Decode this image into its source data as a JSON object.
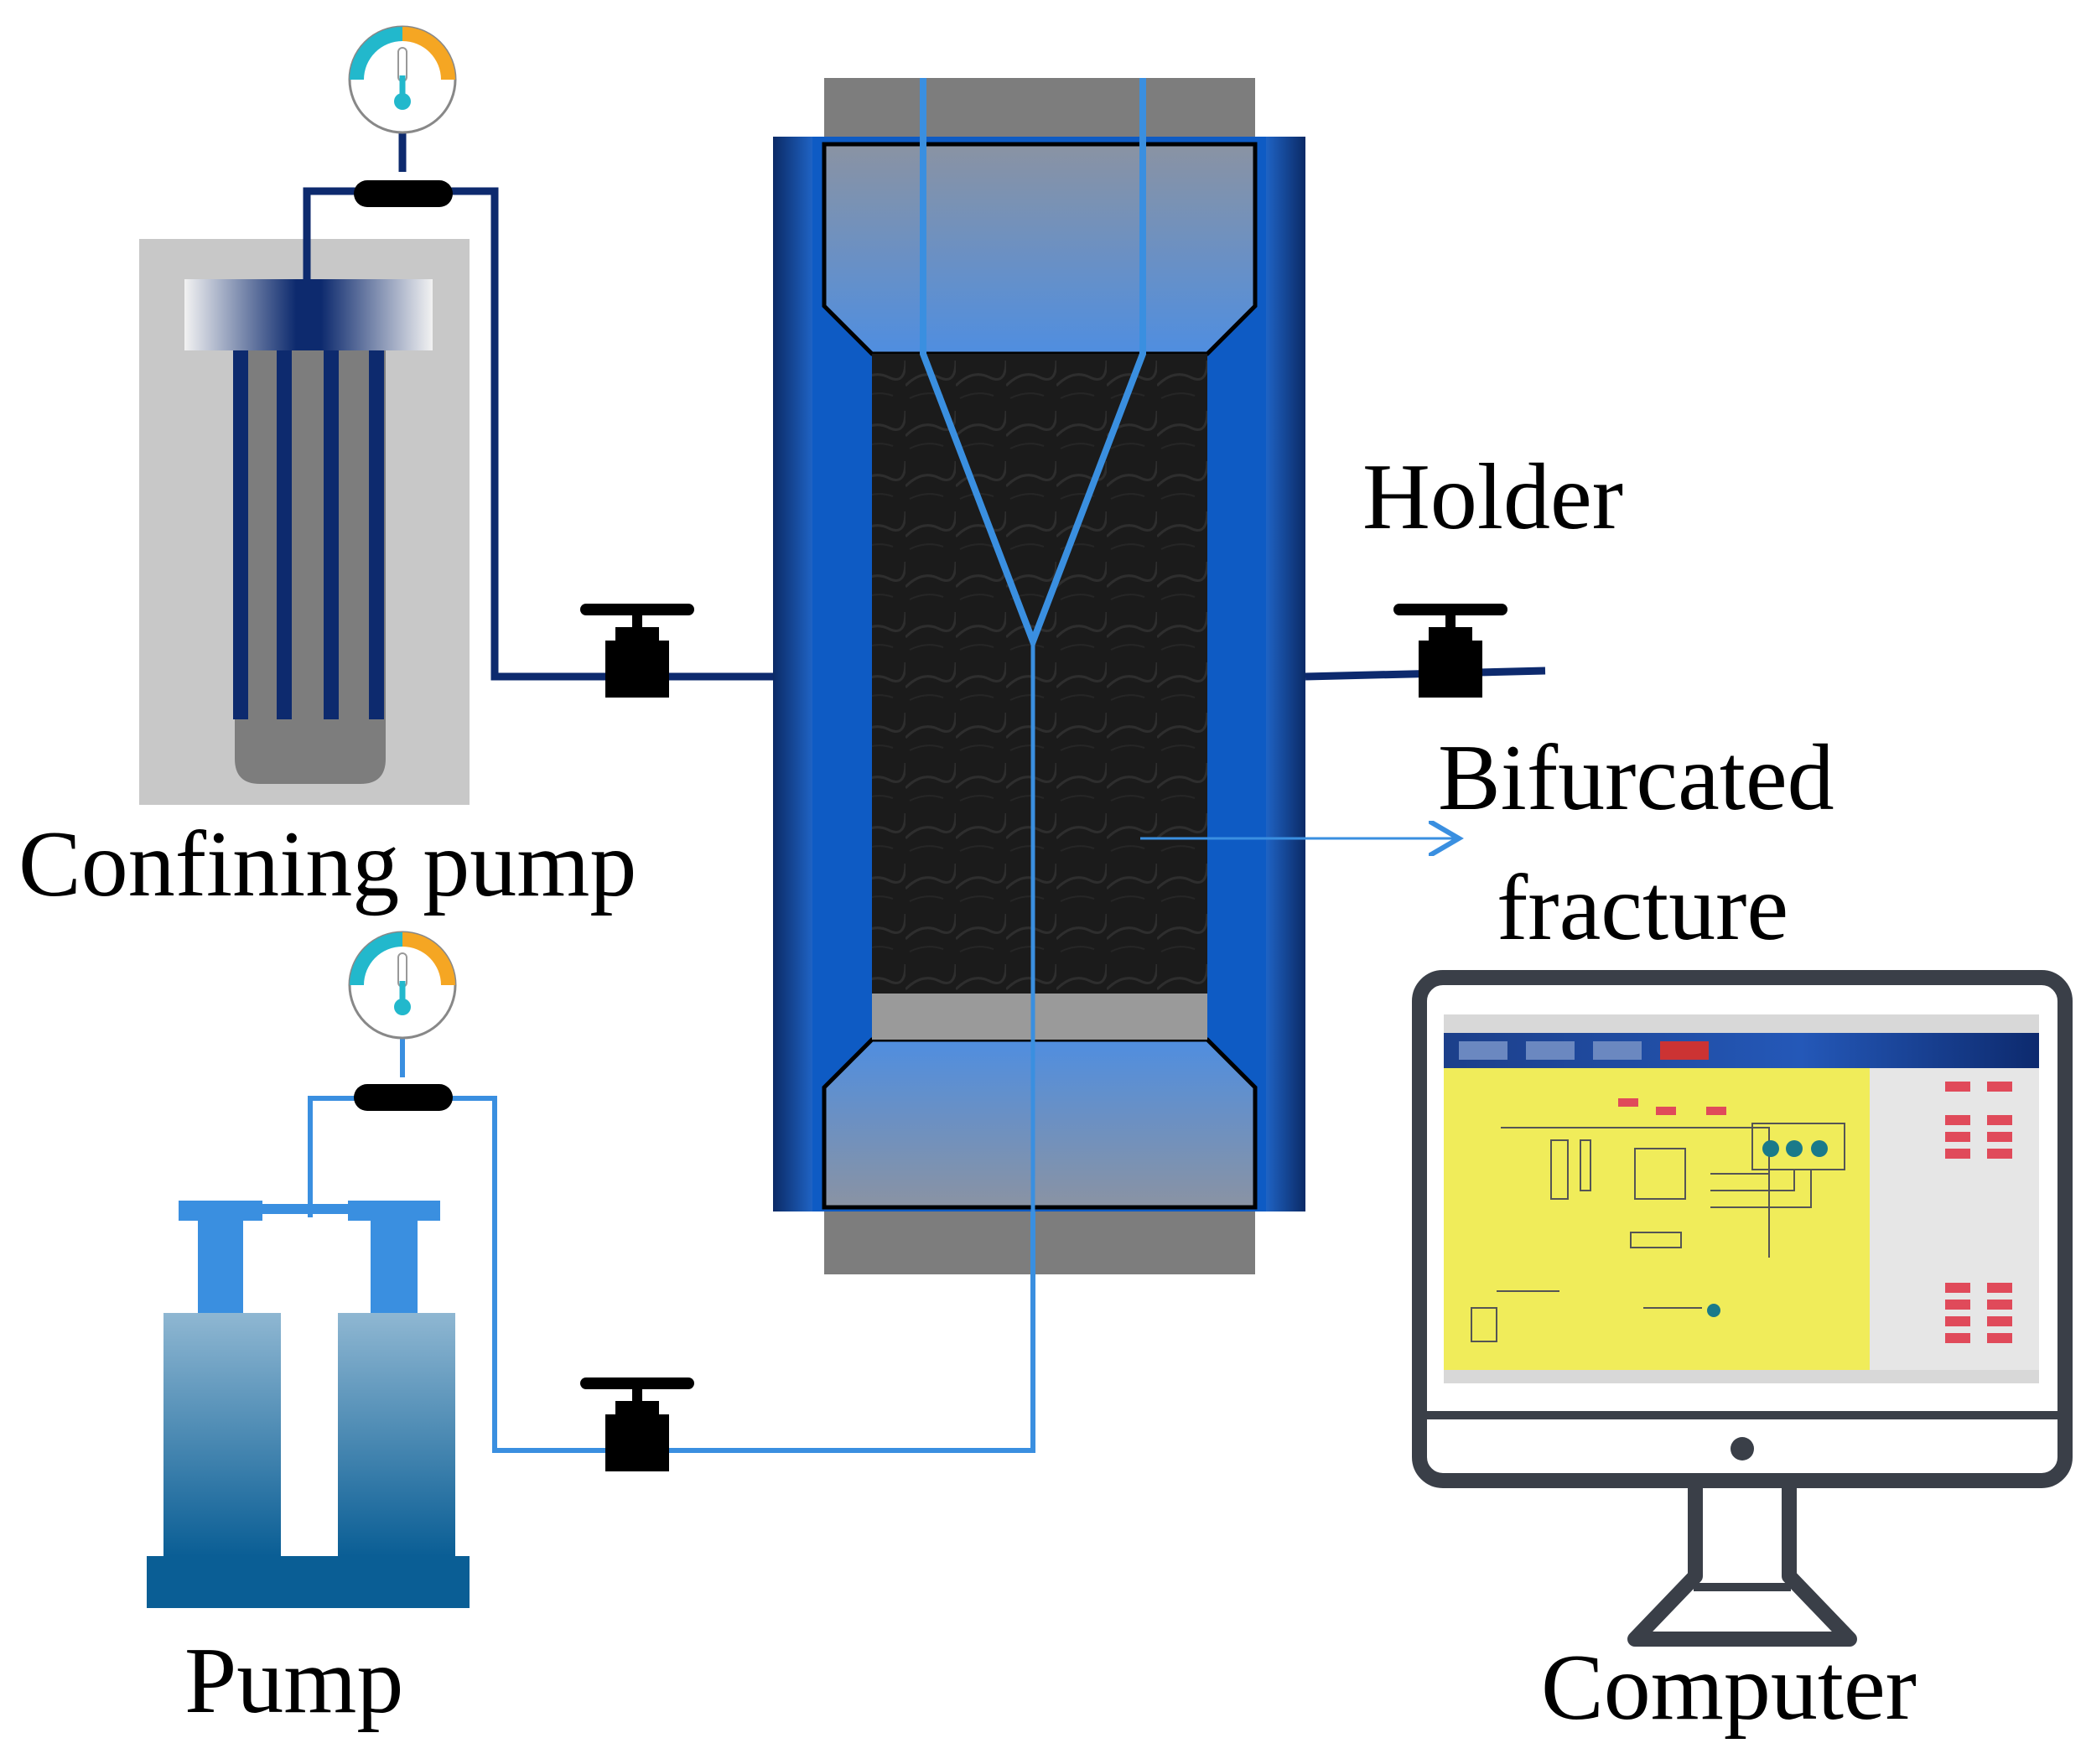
{
  "labels": {
    "confining_pump": "Confining pump",
    "pump": "Pump",
    "holder": "Holder",
    "bifurcated_line1": "Bifurcated",
    "bifurcated_line2": "fracture",
    "computer": "Computer"
  },
  "colors": {
    "dark_line": "#0d2a6e",
    "light_line": "#3a8fe0",
    "holder_blue": "#1565c8",
    "rock": "#1b1b1b",
    "gray_cap": "#7d7d7d",
    "monitor_frame": "#3a3f48",
    "screen_bg": "#f0ec5a",
    "gauge_cyan": "#22b8cc",
    "gauge_orange": "#f5a623",
    "valve": "#000000"
  },
  "icons": [
    "pressure-gauge-icon",
    "valve-icon",
    "monitor-icon",
    "arrow-icon"
  ]
}
